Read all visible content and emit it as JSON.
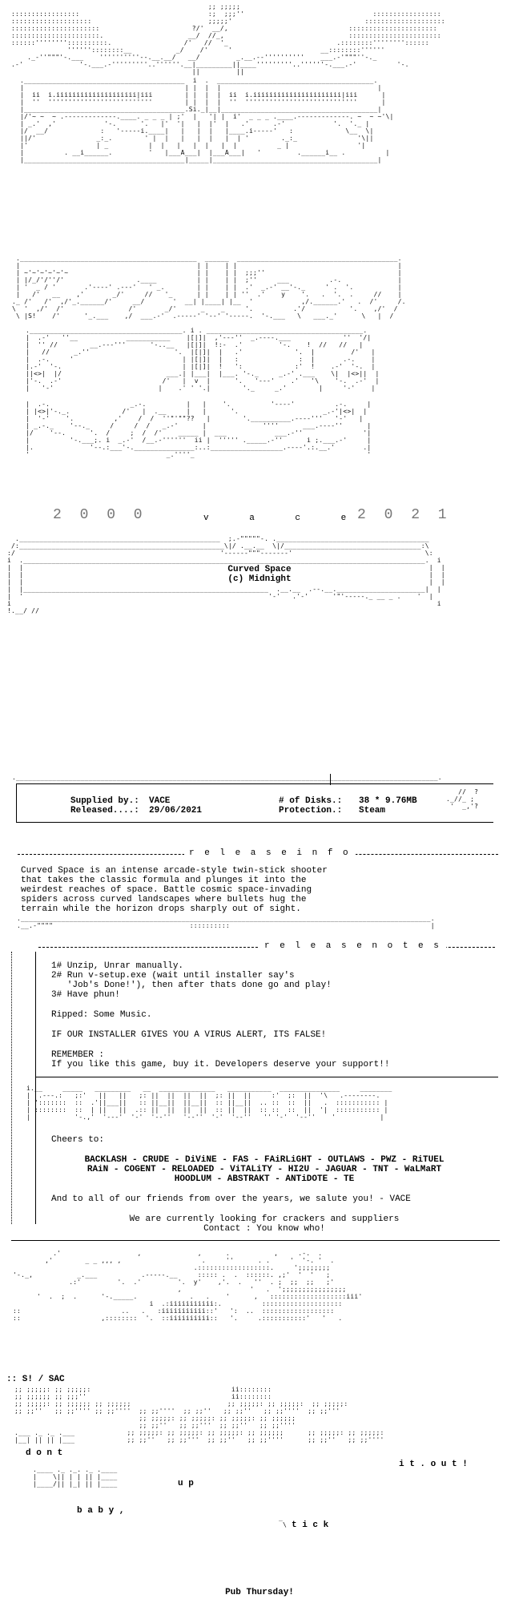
{
  "years": {
    "left": "2 0 0 0",
    "group": "v a c e",
    "right": "2 0 2 1"
  },
  "title": {
    "line1": "Curved Space",
    "line2": "(c) Midnight"
  },
  "info": {
    "supplied_label": "Supplied by.:",
    "supplied_value": "VACE",
    "released_label": "Released....:",
    "released_value": "29/06/2021",
    "disks_label": "# of Disks.:",
    "disks_value": "38 * 9.76MB",
    "protection_label": "Protection.:",
    "protection_value": "Steam"
  },
  "release_info": {
    "heading": "r e l e a s e   i n f o",
    "lines": [
      "Curved Space is an intense arcade-style twin-stick shooter",
      "that takes the classic formula and plunges it into the",
      "weirdest reaches of space. Battle cosmic space-invading",
      "spiders across curved landscapes where bullets hug the",
      "terrain while the horizon drops sharply out of sight."
    ]
  },
  "release_notes": {
    "heading": "r e l e a s e   n o t e s",
    "steps": [
      "1# Unzip, Unrar manually.",
      "2# Run v-setup.exe (wait until installer say's",
      "   'Job's Done!'), then after thats done go and play!",
      "3# Have phun!"
    ],
    "ripped": "Ripped: Some Music.",
    "warning": "IF OUR INSTALLER GIVES YOU A VIRUS ALERT, ITS FALSE!",
    "remember_title": "REMEMBER :",
    "remember_text": "If you like this game, buy it. Developers deserve your support!!"
  },
  "greets": {
    "cheers": "Cheers to:",
    "line1": "BACKLASH - CRUDE - DiViNE - FAS - FAiRLiGHT - OUTLAWS - PWZ - RiTUEL",
    "line2": "RAiN - COGENT - RELOADED - ViTALiTY - HI2U - JAGUAR - TNT - WaLMaRT",
    "line3": "HOODLUM - ABSTRAKT - ANTiDOTE - TE",
    "friends": "And to all of our friends from over the years, we salute you! - VACE",
    "looking": "We are currently looking for crackers and suppliers",
    "contact": "Contact : You know who!"
  },
  "footer": {
    "sig": ":: S! / SAC",
    "dont": "d o n t",
    "up": "u p",
    "baby": "b a b y ,",
    "tick": "t i c k",
    "it_out": "i t . o u t !",
    "pub": "Pub Thursday!"
  }
}
